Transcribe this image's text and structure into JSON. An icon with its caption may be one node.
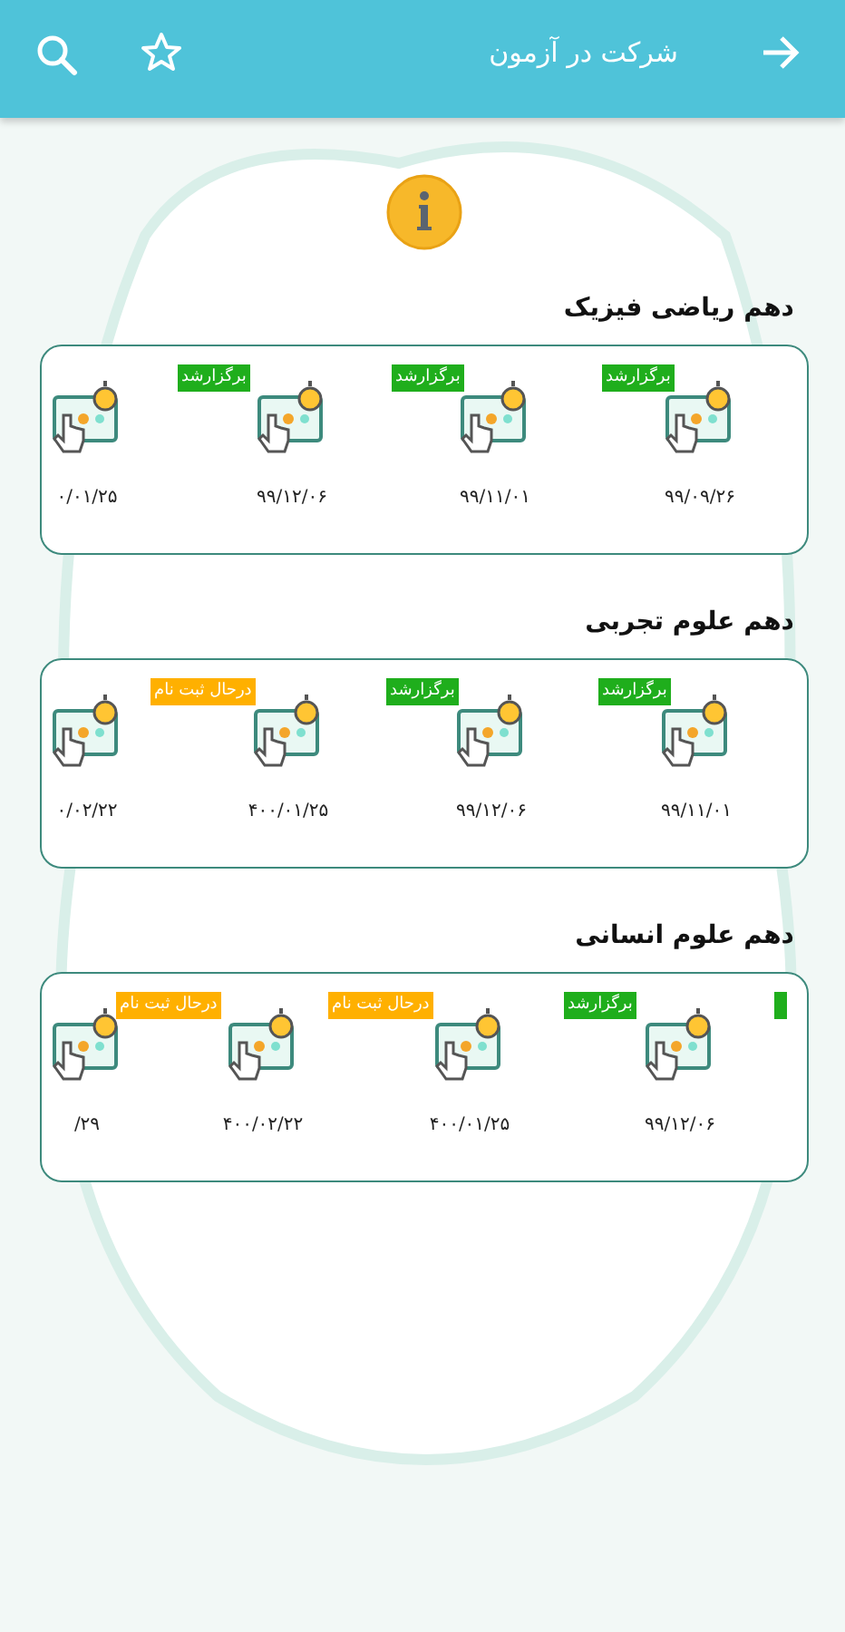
{
  "diagram": {
    "nodes": [
      {
        "text": [
          "شرکت در آزمون"
        ]
      },
      {
        "text": [
          "دهم ریاضی فیزیک"
        ]
      },
      {
        "text": [
          "۹۹/۰۹/۲۶"
        ],
        "in": 1
      },
      {
        "text": [
          "برگزارشد"
        ],
        "in": 1
      },
      {
        "text": [
          "۹۹/۱۱/۰۱"
        ],
        "in": 1
      },
      {
        "text": [
          "برگزارشد"
        ],
        "in": 1
      },
      {
        "text": [
          "۹۹/۱۲/۰۶"
        ],
        "in": 1
      },
      {
        "text": [
          "برگزارشد"
        ],
        "in": 1
      },
      {
        "text": [
          "۰/۰۱/۲۵"
        ],
        "in": 1
      },
      {
        "text": [
          "دهم علوم تجربی"
        ]
      },
      {
        "text": [
          "۹۹/۱۱/۰۱"
        ],
        "in": 9
      },
      {
        "text": [
          "برگزارشد"
        ],
        "in": 9
      },
      {
        "text": [
          "۹۹/۱۲/۰۶"
        ],
        "in": 9
      },
      {
        "text": [
          "برگزارشد"
        ],
        "in": 9
      },
      {
        "text": [
          "۴۰۰/۰۱/۲۵"
        ],
        "in": 9
      },
      {
        "text": [
          "درحال ثبت نام"
        ],
        "in": 9
      },
      {
        "text": [
          "۰/۰۲/۲۲"
        ],
        "in": 9
      },
      {
        "text": [
          "دهم علوم انسانی"
        ]
      },
      {
        "text": [],
        "shape": "box",
        "in": 17
      },
      {
        "text": [
          "۹۹/۱۲/۰۶"
        ],
        "in": 17
      },
      {
        "text": [
          "برگزارشد"
        ],
        "in": 17
      },
      {
        "text": [
          "۴۰۰/۰۱/۲۵"
        ],
        "in": 17
      },
      {
        "text": [
          "درحال ثبت نام"
        ],
        "in": 17
      },
      {
        "text": [
          "۴۰۰/۰۲/۲۲"
        ],
        "in": 17
      },
      {
        "text": [
          "درحال ثبت نام"
        ],
        "in": 17
      },
      {
        "text": [
          "/۲۹"
        ],
        "in": 17
      }
    ]
  }
}
